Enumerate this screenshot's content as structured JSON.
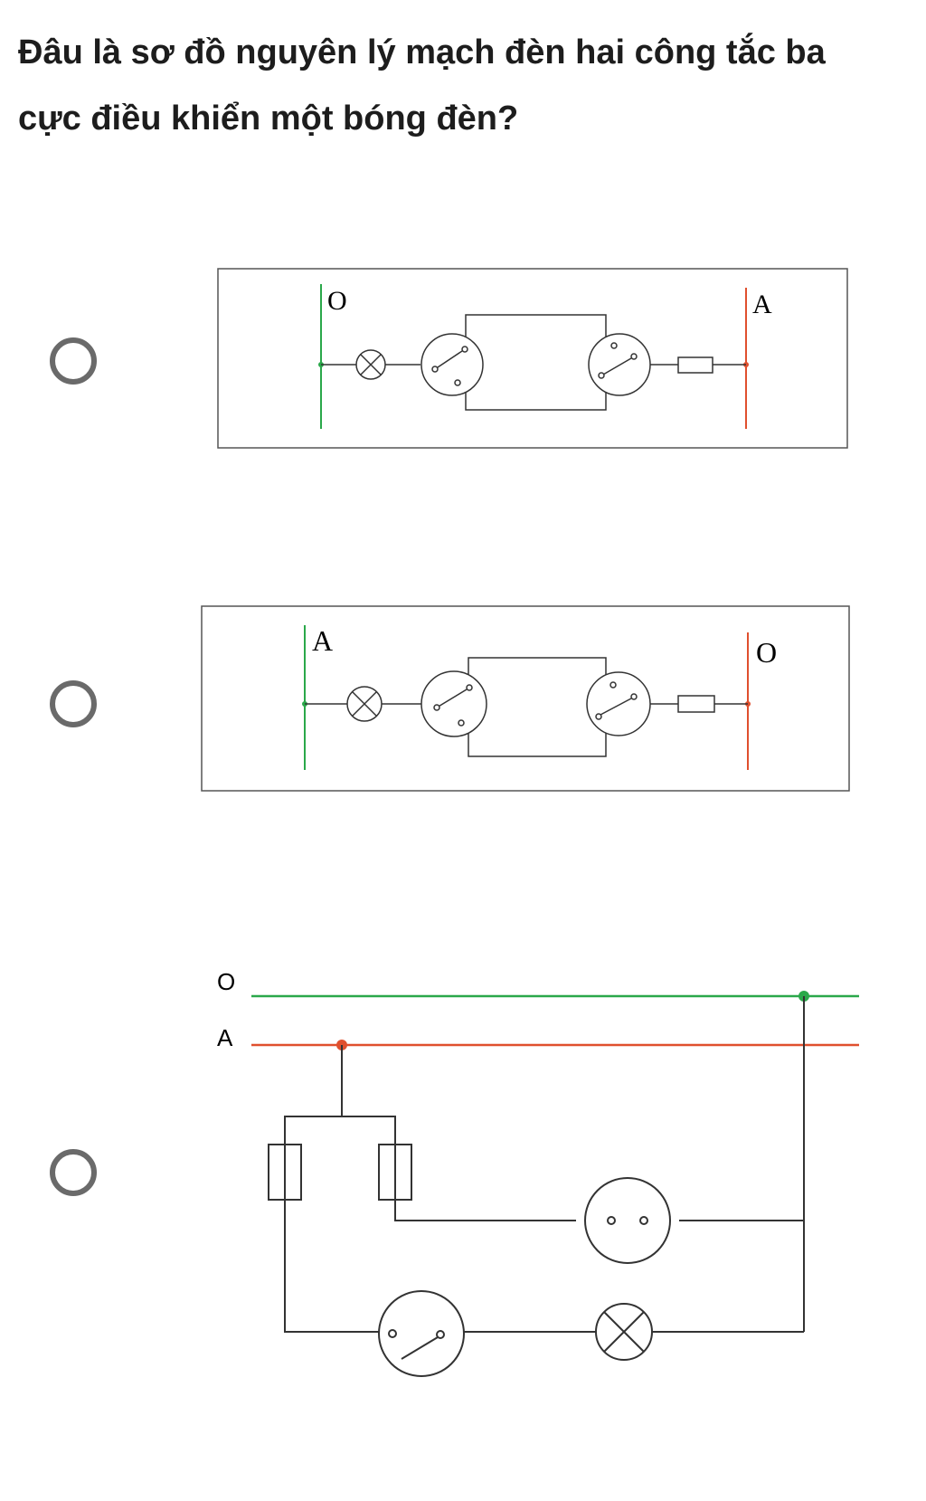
{
  "question": {
    "line1": "Đâu là sơ đồ nguyên lý mạch đèn hai công tắc ba",
    "line2": "cực điều khiển một bóng đèn?"
  },
  "options": [
    {
      "label_left": "O",
      "label_right": "A",
      "left_color": "#2aa84a",
      "right_color": "#e0502e"
    },
    {
      "label_left": "A",
      "label_right": "O",
      "left_color": "#2aa84a",
      "right_color": "#e0502e"
    },
    {
      "label_top": "O",
      "label_bottom": "A",
      "top_color": "#2aa84a",
      "bottom_color": "#e0502e"
    }
  ],
  "icons": {
    "radio": "radio-unselected-icon",
    "lamp": "lamp-cross-circle-icon",
    "switch": "three-way-switch-icon",
    "socket": "socket-icon",
    "fuse": "fuse-icon"
  }
}
